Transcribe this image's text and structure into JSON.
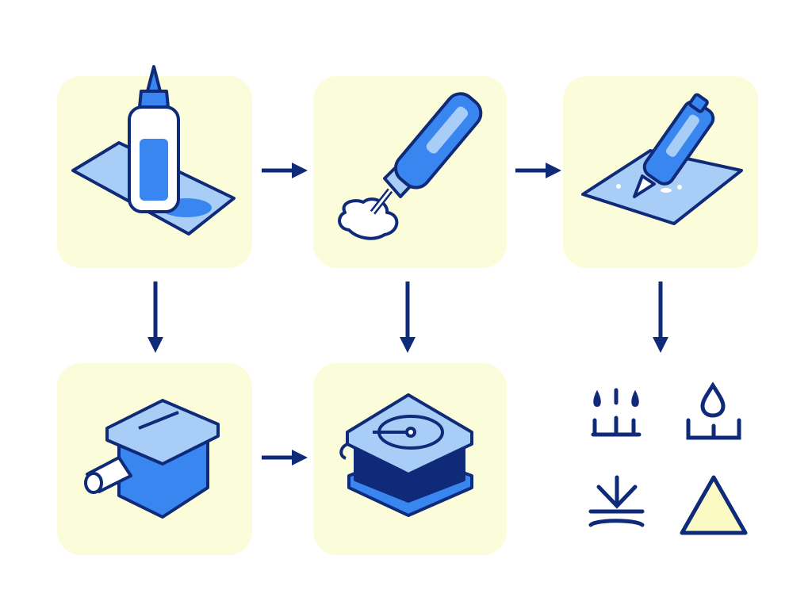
{
  "colors": {
    "background": "#ffffff",
    "tile": "#fbfcd9",
    "outline": "#0f2a78",
    "blue": "#3a86f0",
    "light_blue": "#a8cdf6",
    "pale_blue": "#cfe3fb",
    "warning_fill": "#fbf9c4"
  },
  "steps": [
    {
      "id": "glue-bottle-on-surface",
      "icon": "glue-bottle-icon"
    },
    {
      "id": "apply-glue",
      "icon": "glue-tube-dispensing-icon"
    },
    {
      "id": "spread-glue",
      "icon": "glue-tube-on-surface-icon"
    },
    {
      "id": "clamp-part",
      "icon": "clamp-box-icon"
    },
    {
      "id": "press-cure",
      "icon": "pressed-stack-icon"
    }
  ],
  "symbols": [
    "evaporation-icon",
    "drop-on-surface-icon",
    "press-down-icon",
    "warning-triangle-icon"
  ],
  "flow": [
    {
      "from": "glue-bottle-on-surface",
      "to": "apply-glue",
      "direction": "right"
    },
    {
      "from": "apply-glue",
      "to": "spread-glue",
      "direction": "right"
    },
    {
      "from": "glue-bottle-on-surface",
      "to": "clamp-part",
      "direction": "down"
    },
    {
      "from": "apply-glue",
      "to": "press-cure",
      "direction": "down"
    },
    {
      "from": "spread-glue",
      "to": "symbols",
      "direction": "down"
    },
    {
      "from": "clamp-part",
      "to": "press-cure",
      "direction": "right"
    }
  ]
}
